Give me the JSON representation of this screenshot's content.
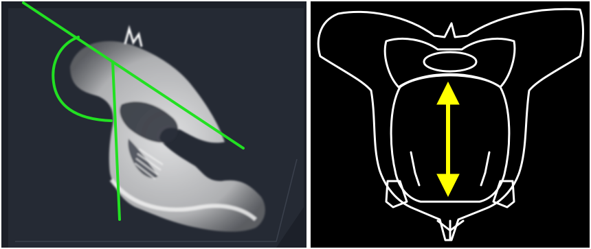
{
  "figure": {
    "panels": [
      {
        "id": "left",
        "content": "ct-scan-3d-skull-lateral",
        "overlay": "green-angle-lines-with-arc"
      },
      {
        "id": "right",
        "content": "outline-skull-dorsal-view",
        "overlay": "yellow-double-headed-arrow"
      }
    ]
  },
  "colors": {
    "background_left": "#1c2029",
    "background_right": "#000000",
    "bone": "#e6e6e6",
    "outline": "#ffffff",
    "angle_lines": "#22e022",
    "arrow": "#ffff00",
    "separator": "#ffffff"
  }
}
